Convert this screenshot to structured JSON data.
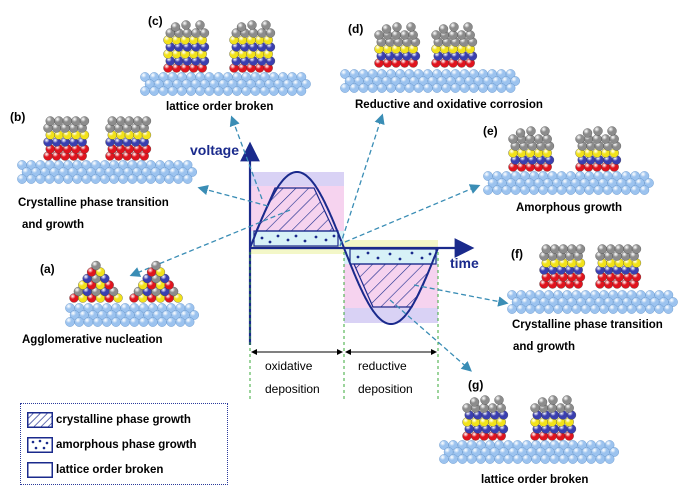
{
  "axes": {
    "y_title": "voltage",
    "x_title": "time"
  },
  "phases": {
    "oxidative": [
      "oxidative",
      "deposition"
    ],
    "reductive": [
      "reductive",
      "deposition"
    ]
  },
  "panels": [
    {
      "id": "a",
      "letter": "(a)",
      "caption": [
        "Agglomerative nucleation"
      ]
    },
    {
      "id": "b",
      "letter": "(b)",
      "caption": [
        "Crystalline phase transition",
        " and growth"
      ]
    },
    {
      "id": "c",
      "letter": "(c)",
      "caption": [
        "lattice order broken"
      ]
    },
    {
      "id": "d",
      "letter": "(d)",
      "caption": [
        "Reductive and oxidative corrosion"
      ]
    },
    {
      "id": "e",
      "letter": "(e)",
      "caption": [
        "Amorphous growth"
      ]
    },
    {
      "id": "f",
      "letter": "(f)",
      "caption": [
        "Crystalline phase transition",
        " and growth"
      ]
    },
    {
      "id": "g",
      "letter": "(g)",
      "caption": [
        "lattice order broken"
      ]
    }
  ],
  "legend": [
    {
      "label": "crystalline phase growth",
      "pattern": "hatch"
    },
    {
      "label": "amorphous phase growth",
      "pattern": "dots"
    },
    {
      "label": "lattice order broken",
      "pattern": "blank"
    }
  ],
  "colors": {
    "axis": "#1a2a8c",
    "substrate": "#9cc3ef",
    "layer_red": "#e0141e",
    "layer_blue": "#3a3fb0",
    "layer_yellow": "#f2e21a",
    "layer_gray": "#8c8c8c",
    "band_purple": "#d9d2f5",
    "band_pink": "#f6d3ef",
    "band_cyan": "#d7f1f7",
    "band_yellow": "#f3f7c8",
    "arrow": "#3a8db5"
  }
}
